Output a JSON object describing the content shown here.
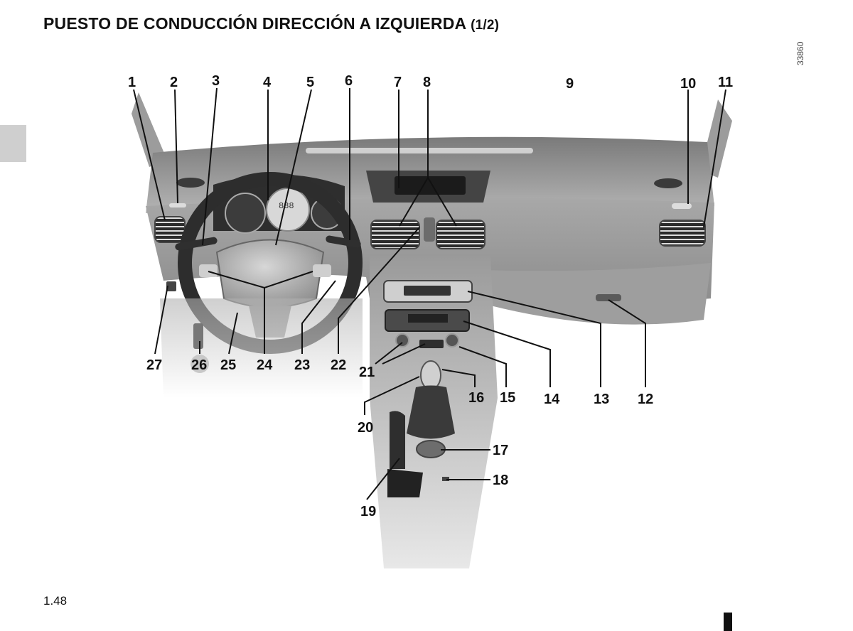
{
  "header": {
    "title": "PUESTO DE CONDUCCIÓN DIRECCIÓN A IZQUIERDA",
    "part": "(1/2)"
  },
  "figure": {
    "reference_code": "33860",
    "callouts": [
      "1",
      "2",
      "3",
      "4",
      "5",
      "6",
      "7",
      "8",
      "9",
      "10",
      "11",
      "12",
      "13",
      "14",
      "15",
      "16",
      "17",
      "18",
      "19",
      "20",
      "21",
      "22",
      "23",
      "24",
      "25",
      "26",
      "27"
    ],
    "display_digits": "888"
  },
  "footer": {
    "page_number": "1.48"
  },
  "colors": {
    "text": "#111111",
    "side_tab": "#cfcfcf",
    "dashboard_dark": "#3a3a3a",
    "dashboard_mid": "#8a8a8a",
    "dashboard_light": "#c8c8c8"
  }
}
